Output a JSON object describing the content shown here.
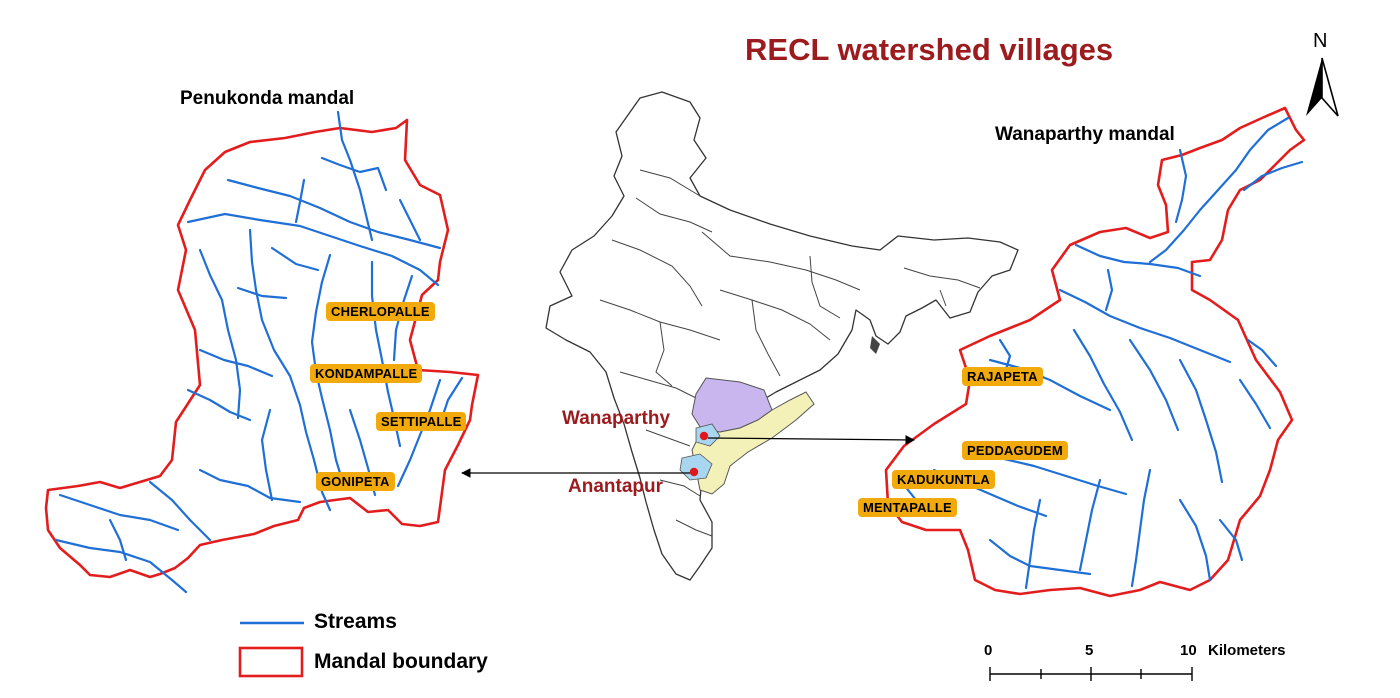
{
  "title": "RECL watershed villages",
  "mandals": {
    "left": {
      "name": "Penukonda mandal",
      "villages": [
        "CHERLOPALLE",
        "KONDAMPALLE",
        "SETTIPALLE",
        "GONIPETA"
      ]
    },
    "right": {
      "name": "Wanaparthy mandal",
      "villages": [
        "RAJAPETA",
        "PEDDAGUDEM",
        "KADUKUNTLA",
        "MENTAPALLE"
      ]
    }
  },
  "districts": [
    "Wanaparthy",
    "Anantapur"
  ],
  "legend": {
    "streams": "Streams",
    "boundary": "Mandal boundary"
  },
  "scale": {
    "ticks": [
      "0",
      "5",
      "10"
    ],
    "unit": "Kilometers"
  },
  "north": "N",
  "colors": {
    "stream": "#1f6fd6",
    "boundary": "#e31d1d",
    "village_label_bg": "#f2a90c",
    "title": "#9b1b1e",
    "telangana_fill": "#c9b6ee",
    "andhra_fill": "#f3f1b8",
    "highlight_fill": "#a8d6f0",
    "marker": "#e0181b"
  }
}
